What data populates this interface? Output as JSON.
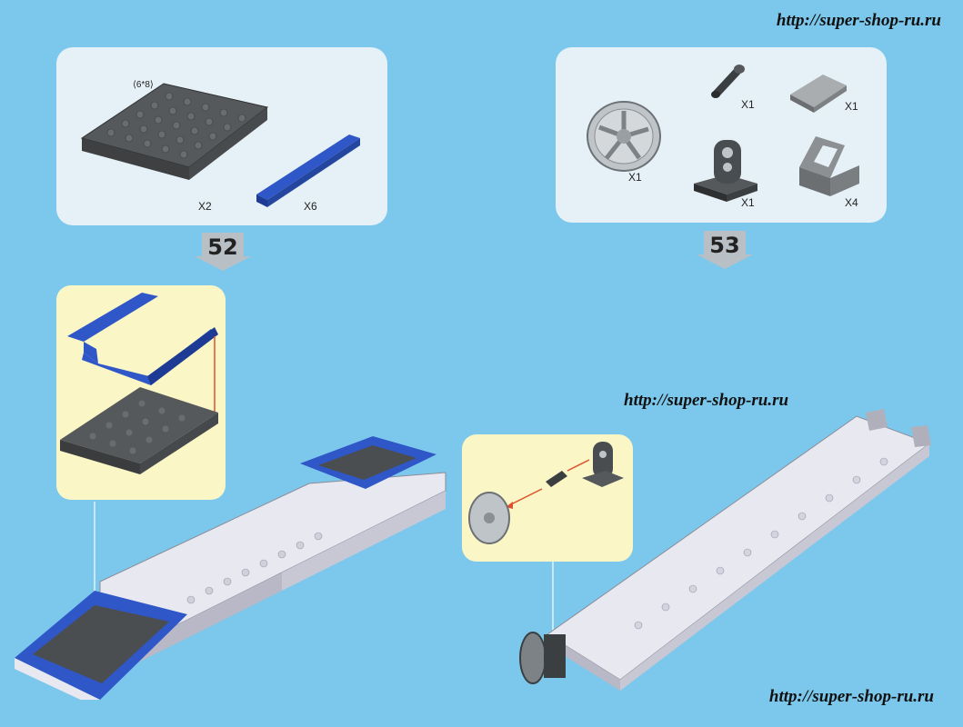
{
  "watermarks": {
    "top": "http://super-shop-ru.ru",
    "middle": "http://super-shop-ru.ru",
    "bottom": "http://super-shop-ru.ru"
  },
  "step52": {
    "number": "52",
    "plate_size_label": "⟨6*8⟩",
    "parts": [
      {
        "qty": "X2",
        "icon": "gray-plate-6x8-icon"
      },
      {
        "qty": "X6",
        "icon": "blue-tile-icon"
      }
    ]
  },
  "step53": {
    "number": "53",
    "parts": [
      {
        "qty": "X1",
        "icon": "wheel-icon"
      },
      {
        "qty": "X1",
        "icon": "axle-pin-icon"
      },
      {
        "qty": "X1",
        "icon": "slope-brick-icon"
      },
      {
        "qty": "X1",
        "icon": "axle-holder-icon"
      },
      {
        "qty": "X4",
        "icon": "handle-bracket-icon"
      }
    ]
  },
  "colors": {
    "background": "#7cc8ec",
    "panel": "#e6f1f7",
    "callout": "#fbf6c6",
    "brick_gray": "#4b4e50",
    "brick_blue": "#2f57c8",
    "brick_white": "#e8e8f0"
  }
}
